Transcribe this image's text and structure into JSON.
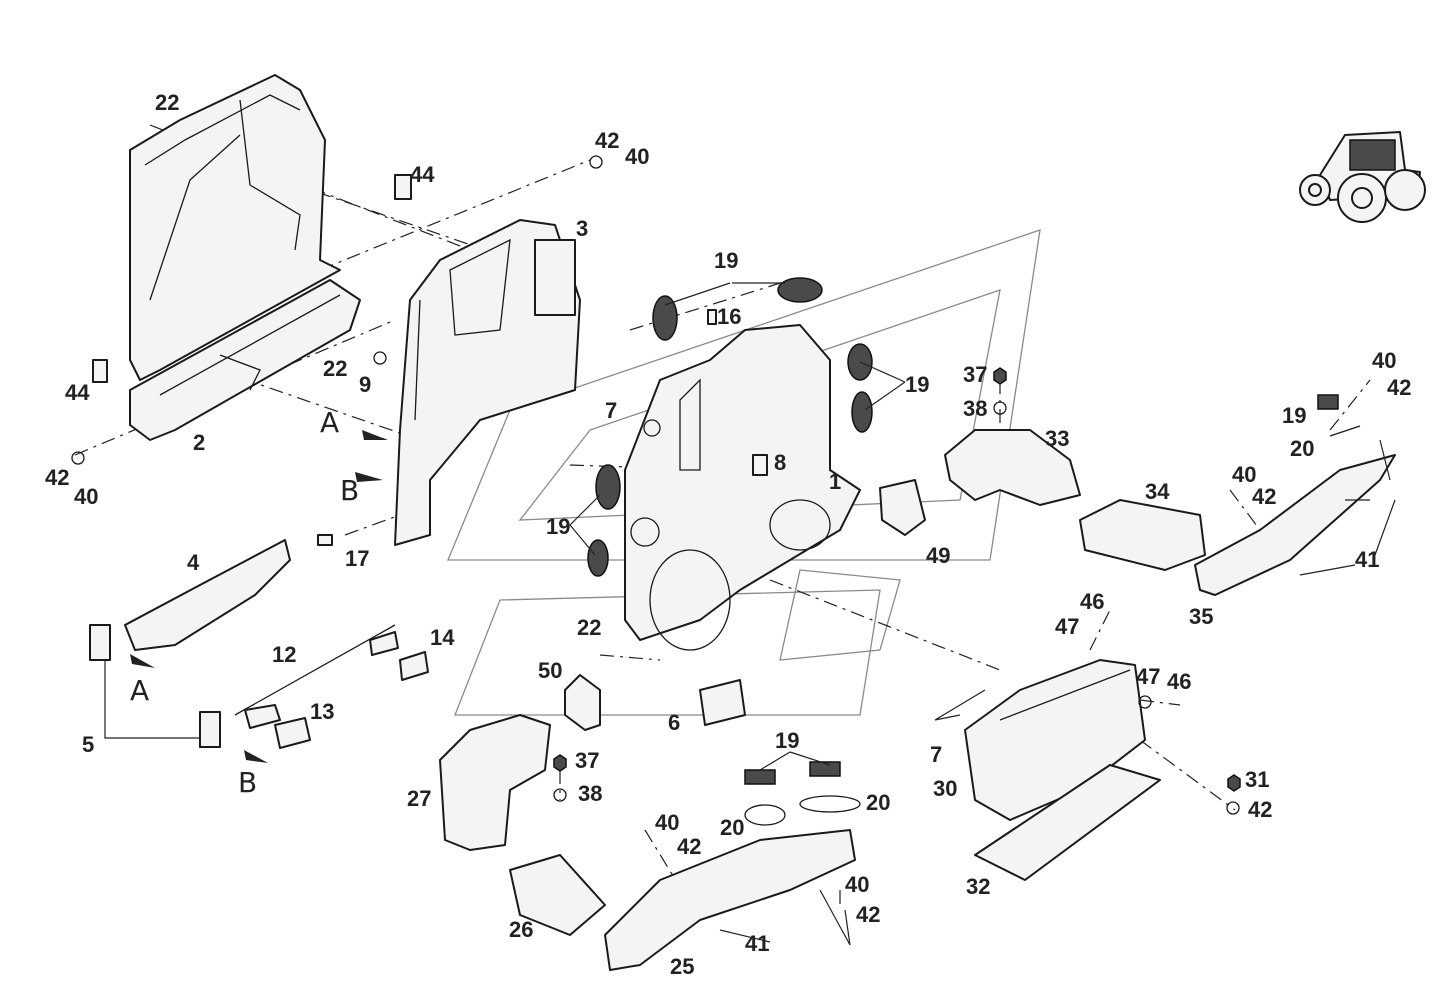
{
  "labels": {
    "l1": "1",
    "l2": "2",
    "l3": "3",
    "l4": "4",
    "l5": "5",
    "l6": "6",
    "l7": "7",
    "l8": "8",
    "l9": "9",
    "l12": "12",
    "l13": "13",
    "l14": "14",
    "l16": "16",
    "l17": "17",
    "l19": "19",
    "l20": "20",
    "l22": "22",
    "l25": "25",
    "l26": "26",
    "l27": "27",
    "l30": "30",
    "l31": "31",
    "l32": "32",
    "l33": "33",
    "l34": "34",
    "l35": "35",
    "l37": "37",
    "l38": "38",
    "l40": "40",
    "l41": "41",
    "l42": "42",
    "l44": "44",
    "l46": "46",
    "l47": "47",
    "l49": "49",
    "l50": "50",
    "A": "A",
    "B": "B"
  },
  "icons": {
    "tractor": "tractor-icon",
    "watermark": "watermark-logo"
  }
}
